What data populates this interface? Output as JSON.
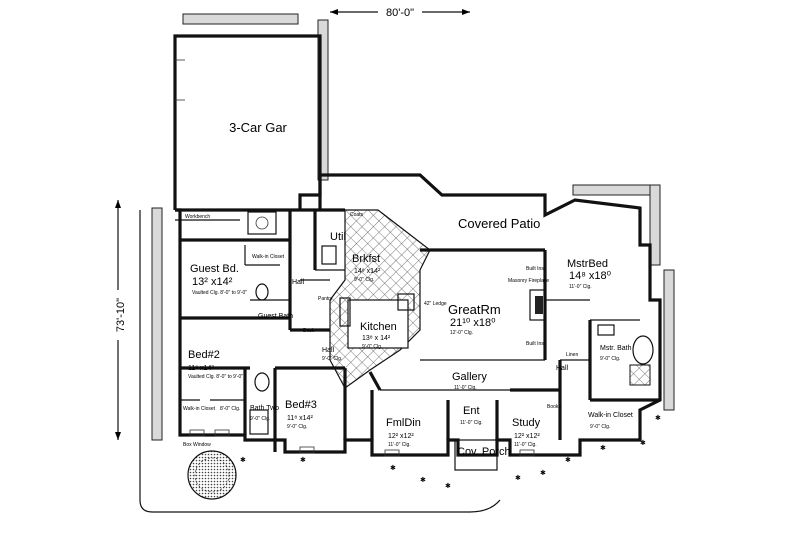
{
  "dimensions": {
    "width": "80'-0\"",
    "depth": "73'-10\""
  },
  "rooms": {
    "garage": {
      "name": "3-Car Gar"
    },
    "workbench": {
      "name": "Workbench"
    },
    "util": {
      "name": "Util"
    },
    "coats": {
      "name": "Coats"
    },
    "guest_bd": {
      "name": "Guest Bd.",
      "size": "13² x14²",
      "ceiling": "Vaulted Clg. 8'-0\" to 9'-0\""
    },
    "walkin_guest": {
      "name": "Walk-in Closet"
    },
    "hall_upper": {
      "name": "Hall"
    },
    "pantry": {
      "name": "Pantry"
    },
    "guest_bath": {
      "name": "Guest Bath"
    },
    "brkfst": {
      "name": "Brkfst",
      "size": "14⁸ x14²",
      "ceiling": "9'-0\" Clg."
    },
    "kitchen": {
      "name": "Kitchen",
      "size": "13⁸ x 14²",
      "ceiling": "9'-0\" Clg."
    },
    "ledge": {
      "name": "42\" Ledge"
    },
    "desk": {
      "name": "Desk"
    },
    "built_ins_top": {
      "name": "Built Ins"
    },
    "built_ins_bottom": {
      "name": "Built Ins"
    },
    "masonry_fireplace": {
      "name": "Masonry Fireplace"
    },
    "greatrm": {
      "name": "GreatRm",
      "size": "21¹⁰ x18⁰",
      "ceiling": "12'-0\" Clg."
    },
    "covered_patio": {
      "name": "Covered Patio"
    },
    "mstrbed": {
      "name": "MstrBed",
      "size": "14⁸ x18⁰",
      "ceiling": "11'-0\" Clg."
    },
    "mstr_bath": {
      "name": "Mstr. Bath",
      "ceiling": "9'-0\" Clg."
    },
    "linen": {
      "name": "Linen"
    },
    "hall_right": {
      "name": "Hall"
    },
    "walkin_mstr": {
      "name": "Walk-in Closet",
      "ceiling": "9'-0\" Clg."
    },
    "bed2": {
      "name": "Bed#2",
      "size": "11⁸ x14²",
      "ceiling": "Vaulted Clg. 8'-0\" to 9'-0\""
    },
    "walkin_bed2": {
      "name": "Walk-in Closet"
    },
    "clg_bed2": {
      "name": "8'-0\" Clg."
    },
    "bath_two": {
      "name": "Bath Two",
      "ceiling": "9'-0\" Clg."
    },
    "bed3": {
      "name": "Bed#3",
      "size": "11⁸ x14²",
      "ceiling": "9'-0\" Clg."
    },
    "hall_mid": {
      "name": "Hall",
      "ceiling": "9'-0\" Clg."
    },
    "gallery": {
      "name": "Gallery",
      "ceiling": "11'-0\" Clg."
    },
    "fmldin": {
      "name": "FmlDin",
      "size": "12² x12²",
      "ceiling": "11'-0\" Clg."
    },
    "ent": {
      "name": "Ent",
      "ceiling": "11'-0\" Clg."
    },
    "study": {
      "name": "Study",
      "size": "12² x12²",
      "ceiling": "11'-0\" Clg."
    },
    "books": {
      "name": "Books"
    },
    "cov_porch": {
      "name": "Cov. Porch"
    },
    "box_window": {
      "name": "Box Window"
    }
  }
}
